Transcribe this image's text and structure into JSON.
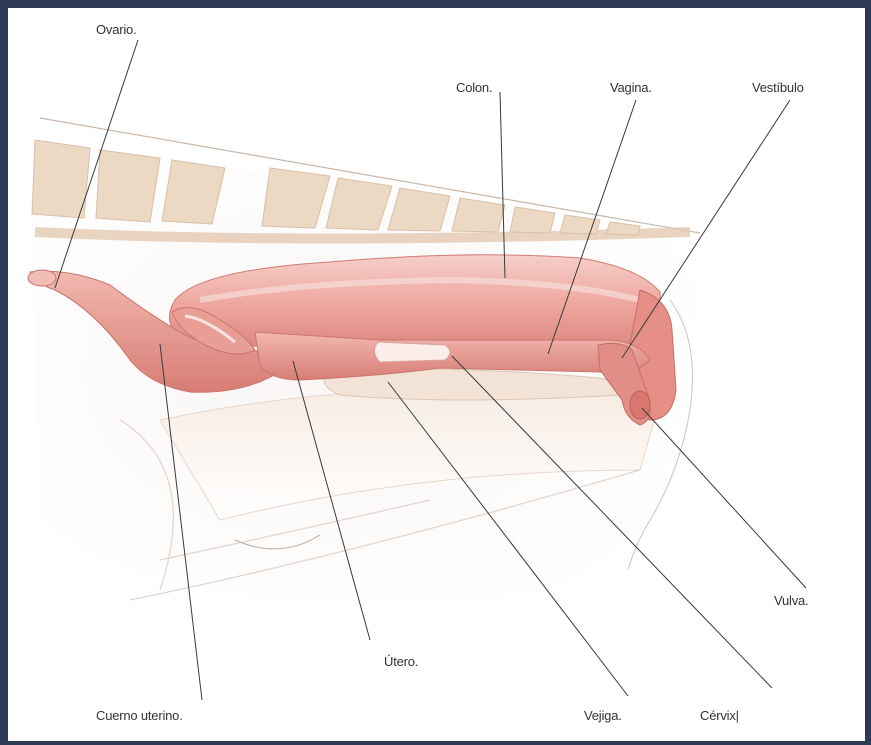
{
  "labels": {
    "ovario": "Ovario.",
    "colon": "Colon.",
    "vagina": "Vagina.",
    "vestibulo": "Vestíbulo",
    "vulva": "Vulva.",
    "utero": "Útero.",
    "cuerno_uterino": "Cuerno uterino.",
    "vejiga": "Vejiga.",
    "cervix": "Cérvix|"
  },
  "colors": {
    "background_border": "#2c3a57",
    "organ_fill": "#e79a92",
    "organ_highlight": "#f3c2bb",
    "spine_fill": "#ecd9c4",
    "leader_line": "#3a3a3a"
  }
}
